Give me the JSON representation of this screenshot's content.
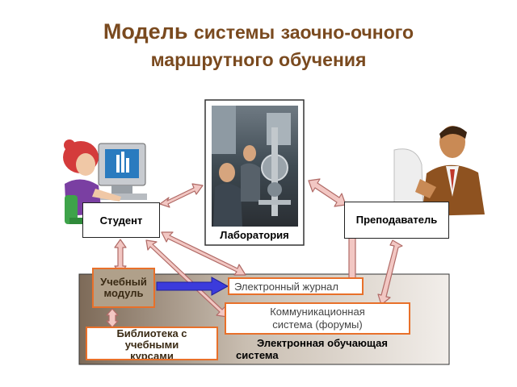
{
  "title": {
    "line1_big": "Модель",
    "line1_small": "системы",
    "line1_rest": "заочно-очного",
    "line2": "маршрутного обучения"
  },
  "nodes": {
    "student": "Студент",
    "lab": "Лаборатория",
    "teacher": "Преподаватель",
    "module": "Учебный модуль",
    "journal": "Электронный журнал",
    "comm": "Коммуникационная система (форумы)",
    "library": "Библиотека с учебными курсами",
    "system": "Электронная обучающая система"
  },
  "colors": {
    "title": "#7a4a1f",
    "arrow_fill": "#f2c7c3",
    "arrow_stroke": "#b06a66",
    "panel_border": "#e8702a",
    "module_fill": "#b0a08a",
    "journal_arrow": "#3b3bdc"
  }
}
